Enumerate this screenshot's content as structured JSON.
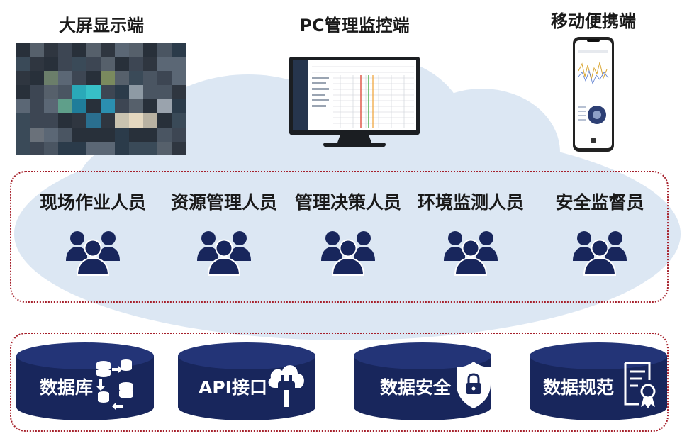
{
  "colors": {
    "navy": "#18265c",
    "cloud": "#dce7f3",
    "dotted_border": "#a6202b"
  },
  "terminals": [
    {
      "title": "大屏显示端",
      "icon": "big-screen-dashboard-image"
    },
    {
      "title": "PC管理监控端",
      "icon": "desktop-monitor-image"
    },
    {
      "title": "移动便携端",
      "icon": "mobile-phone-image"
    }
  ],
  "roles": [
    {
      "label": "现场作业人员",
      "icon": "user-group-icon"
    },
    {
      "label": "资源管理人员",
      "icon": "user-group-icon"
    },
    {
      "label": "管理决策人员",
      "icon": "user-group-icon"
    },
    {
      "label": "环境监测人员",
      "icon": "user-group-icon"
    },
    {
      "label": "安全监督员",
      "icon": "user-group-icon"
    }
  ],
  "foundations": [
    {
      "label": "数据库",
      "icon": "database-sync-icon"
    },
    {
      "label": "API接口",
      "icon": "cloud-plug-icon"
    },
    {
      "label": "数据安全",
      "icon": "shield-lock-icon"
    },
    {
      "label": "数据规范",
      "icon": "certificate-document-icon"
    }
  ]
}
